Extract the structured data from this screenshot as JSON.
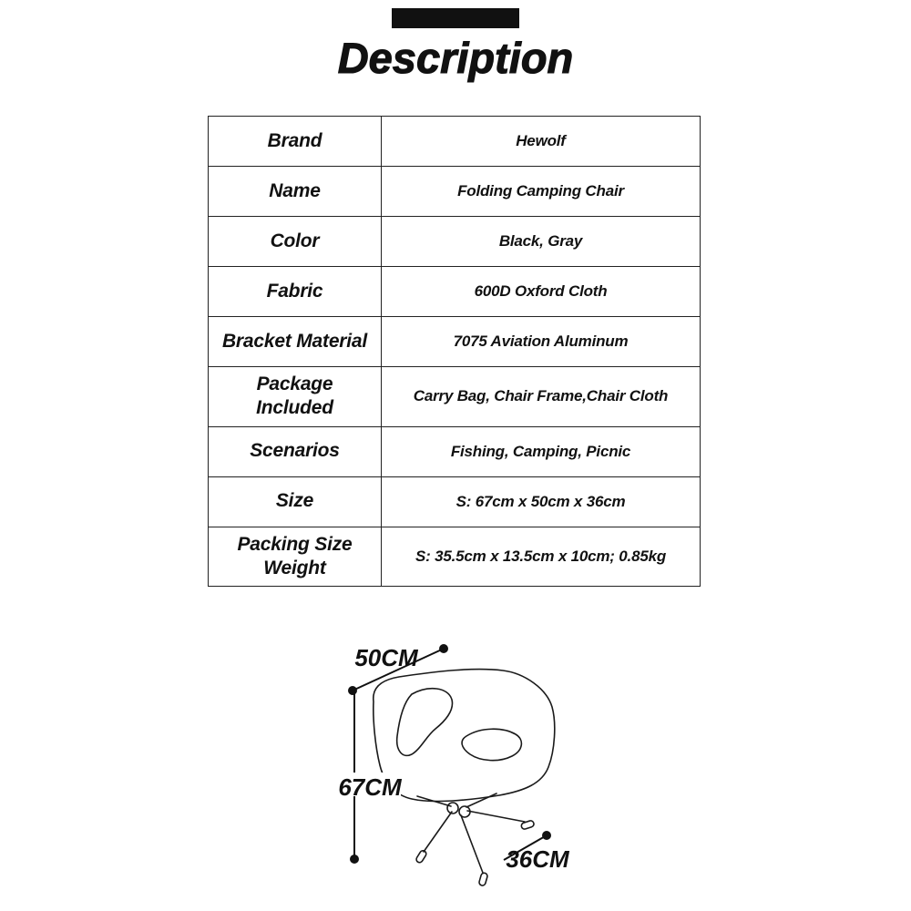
{
  "page": {
    "title": "Description"
  },
  "table": {
    "rows": [
      {
        "label": "Brand",
        "value": "Hewolf"
      },
      {
        "label": "Name",
        "value": "Folding Camping Chair"
      },
      {
        "label": "Color",
        "value": "Black, Gray"
      },
      {
        "label": "Fabric",
        "value": "600D Oxford Cloth"
      },
      {
        "label": "Bracket Material",
        "value": "7075 Aviation Aluminum"
      },
      {
        "label": "Package Included",
        "value": "Carry Bag, Chair Frame,Chair Cloth"
      },
      {
        "label": "Scenarios",
        "value": "Fishing, Camping, Picnic"
      },
      {
        "label": "Size",
        "value": "S: 67cm x 50cm x 36cm"
      },
      {
        "label": "Packing Size Weight",
        "value": "S: 35.5cm x 13.5cm x 10cm; 0.85kg"
      }
    ]
  },
  "diagram": {
    "labels": {
      "width": "50CM",
      "height": "67CM",
      "depth": "36CM"
    }
  },
  "colors": {
    "ink": "#111111",
    "background": "#ffffff"
  }
}
